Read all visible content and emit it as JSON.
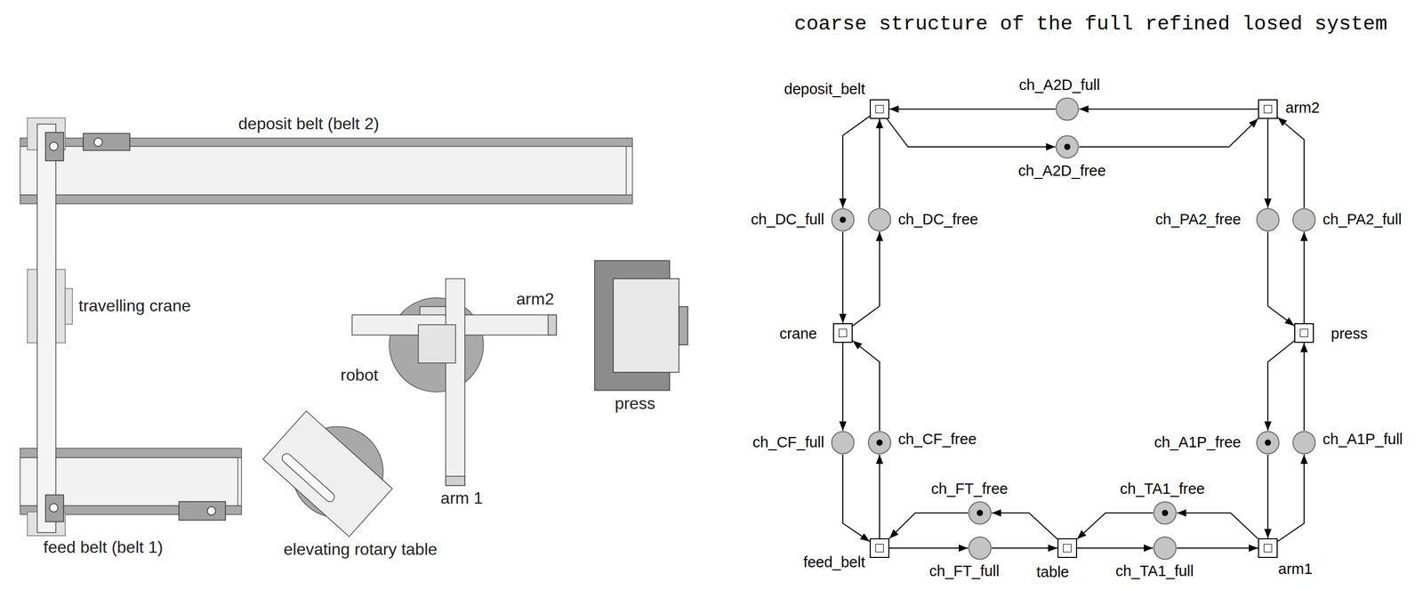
{
  "diagram": {
    "title": "coarse structure of the full refined losed system",
    "nodes": [
      {
        "text": [
          "deposit_belt"
        ]
      },
      {
        "text": [
          "ch_A2D_full"
        ]
      },
      {
        "text": [
          "arm2"
        ]
      },
      {
        "text": [
          "ch_A2D_free"
        ]
      },
      {
        "text": [
          "ch_DC_full"
        ]
      },
      {
        "text": [
          "ch_DC_free"
        ]
      },
      {
        "text": [
          "ch_PA2_free"
        ]
      },
      {
        "text": [
          "ch_PA2_full"
        ]
      },
      {
        "text": [
          "crane"
        ]
      },
      {
        "text": [
          "press"
        ]
      },
      {
        "text": [
          "ch_CF_full"
        ]
      },
      {
        "text": [
          "ch_CF_free"
        ]
      },
      {
        "text": [
          "ch_A1P_free"
        ]
      },
      {
        "text": [
          "ch_A1P_full"
        ]
      },
      {
        "text": [
          "ch_FT_free"
        ]
      },
      {
        "text": [
          "ch_TA1_free"
        ]
      },
      {
        "text": [
          "feed_belt"
        ]
      },
      {
        "text": [
          "ch_FT_full"
        ]
      },
      {
        "text": [
          "table"
        ]
      },
      {
        "text": [
          "ch_TA1_full"
        ]
      },
      {
        "text": [
          "arm1"
        ]
      }
    ],
    "edges": [
      {
        "from": 2,
        "to": 1,
        "arrow": "to"
      },
      {
        "from": 1,
        "to": 0,
        "arrow": "to"
      },
      {
        "from": 0,
        "to": 3,
        "arrow": "to"
      },
      {
        "from": 3,
        "to": 2,
        "arrow": "to"
      },
      {
        "from": 0,
        "to": 4,
        "arrow": "to"
      },
      {
        "from": 4,
        "to": 8,
        "arrow": "to"
      },
      {
        "from": 8,
        "to": 5,
        "arrow": "to"
      },
      {
        "from": 5,
        "to": 0,
        "arrow": "to"
      },
      {
        "from": 8,
        "to": 10,
        "arrow": "to"
      },
      {
        "from": 10,
        "to": 16,
        "arrow": "to"
      },
      {
        "from": 16,
        "to": 11,
        "arrow": "to"
      },
      {
        "from": 11,
        "to": 8,
        "arrow": "to"
      },
      {
        "from": 16,
        "to": 17,
        "arrow": "to"
      },
      {
        "from": 17,
        "to": 18,
        "arrow": "to"
      },
      {
        "from": 18,
        "to": 14,
        "arrow": "to"
      },
      {
        "from": 14,
        "to": 16,
        "arrow": "to"
      },
      {
        "from": 18,
        "to": 19,
        "arrow": "to"
      },
      {
        "from": 19,
        "to": 20,
        "arrow": "to"
      },
      {
        "from": 20,
        "to": 15,
        "arrow": "to"
      },
      {
        "from": 15,
        "to": 18,
        "arrow": "to"
      },
      {
        "from": 20,
        "to": 13,
        "arrow": "to"
      },
      {
        "from": 13,
        "to": 9,
        "arrow": "to"
      },
      {
        "from": 9,
        "to": 12,
        "arrow": "to"
      },
      {
        "from": 12,
        "to": 20,
        "arrow": "to"
      },
      {
        "from": 9,
        "to": 7,
        "arrow": "to"
      },
      {
        "from": 7,
        "to": 2,
        "arrow": "to"
      },
      {
        "from": 2,
        "to": 6,
        "arrow": "to"
      },
      {
        "from": 6,
        "to": 9,
        "arrow": "to"
      }
    ],
    "labels": [
      "deposit belt (belt 2)",
      "travelling crane",
      "arm2",
      "robot",
      "press",
      "arm 1",
      "feed belt (belt 1)",
      "elevating rotary table"
    ]
  }
}
